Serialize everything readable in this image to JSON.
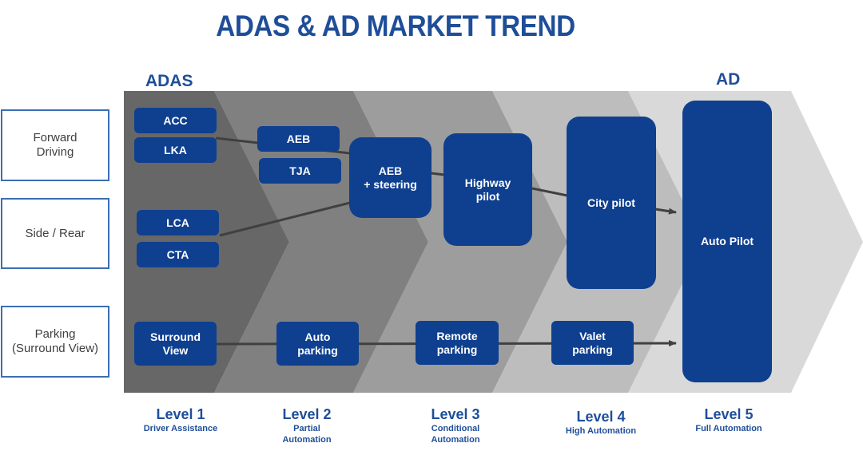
{
  "title": "ADAS & AD MARKET TREND",
  "sections": {
    "adas": "ADAS",
    "ad": "AD"
  },
  "categories": [
    {
      "label": "Forward\nDriving"
    },
    {
      "label": "Side / Rear"
    },
    {
      "label": "Parking\n(Surround View)"
    }
  ],
  "features": {
    "acc": "ACC",
    "lka": "LKA",
    "lca": "LCA",
    "cta": "CTA",
    "surround_view": "Surround\nView",
    "aeb": "AEB",
    "tja": "TJA",
    "auto_parking": "Auto\nparking",
    "aeb_steering": "AEB\n+ steering",
    "highway_pilot": "Highway\npilot",
    "remote_parking": "Remote\nparking",
    "city_pilot": "City pilot",
    "valet_parking": "Valet\nparking",
    "auto_pilot": "Auto Pilot"
  },
  "levels": [
    {
      "name": "Level 1",
      "desc": "Driver Assistance"
    },
    {
      "name": "Level 2",
      "desc": "Partial\nAutomation"
    },
    {
      "name": "Level 3",
      "desc": "Conditional\nAutomation"
    },
    {
      "name": "Level 4",
      "desc": "High Automation"
    },
    {
      "name": "Level 5",
      "desc": "Full Automation"
    }
  ],
  "colors": {
    "primary_box": "#0f3f8f",
    "heading": "#1f4e99",
    "chevron_1": "#676767",
    "chevron_2": "#808080",
    "chevron_3": "#9d9d9d",
    "chevron_4": "#bdbdbd",
    "chevron_5": "#d9d9d9"
  }
}
